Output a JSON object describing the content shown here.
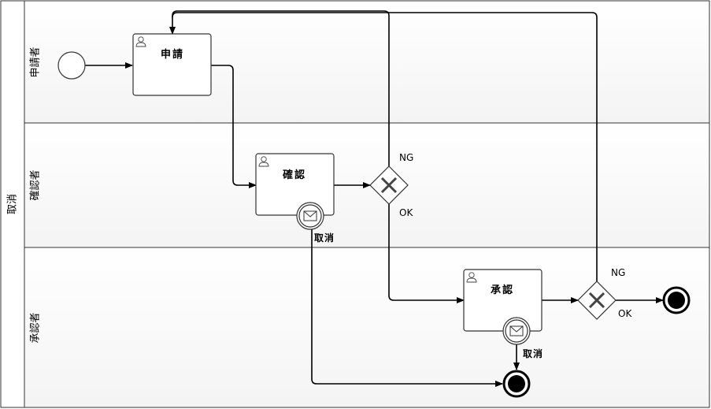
{
  "pool": {
    "label": "取消"
  },
  "lanes": [
    {
      "id": "applicant",
      "label": "申請者"
    },
    {
      "id": "confirmer",
      "label": "確認者"
    },
    {
      "id": "approver",
      "label": "承認者"
    }
  ],
  "tasks": {
    "apply": "申請",
    "confirm": "確認",
    "approve": "承認"
  },
  "flows": {
    "gw1_ng": "NG",
    "gw1_ok": "OK",
    "gw2_ng": "NG",
    "gw2_ok": "OK",
    "cancel1": "取消",
    "cancel2": "取消"
  },
  "icons": {
    "task": "user-task-icon",
    "message_event": "envelope-icon",
    "gateway": "exclusive-gateway-icon"
  }
}
